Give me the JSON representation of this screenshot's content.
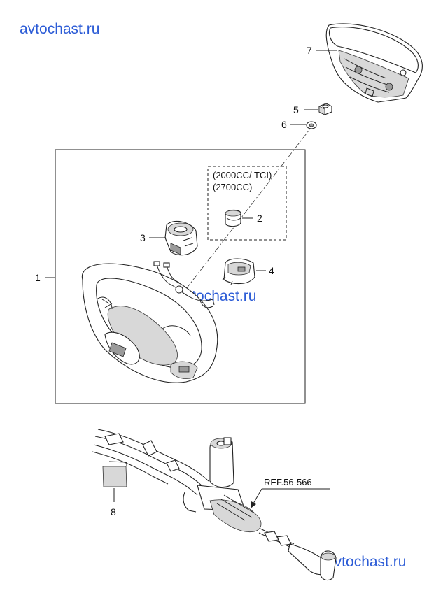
{
  "watermarks": [
    "avtochast.ru",
    "avtochast.ru",
    "avtochast.ru"
  ],
  "callouts": [
    {
      "id": "1",
      "text": "1"
    },
    {
      "id": "2",
      "text": "2"
    },
    {
      "id": "3",
      "text": "3"
    },
    {
      "id": "4",
      "text": "4"
    },
    {
      "id": "5",
      "text": "5"
    },
    {
      "id": "6",
      "text": "6"
    },
    {
      "id": "7",
      "text": "7"
    },
    {
      "id": "8",
      "text": "8"
    }
  ],
  "engine_note": {
    "line1": "(2000CC/ TCI)",
    "line2": "(2700CC)"
  },
  "reference": "REF.56-566"
}
